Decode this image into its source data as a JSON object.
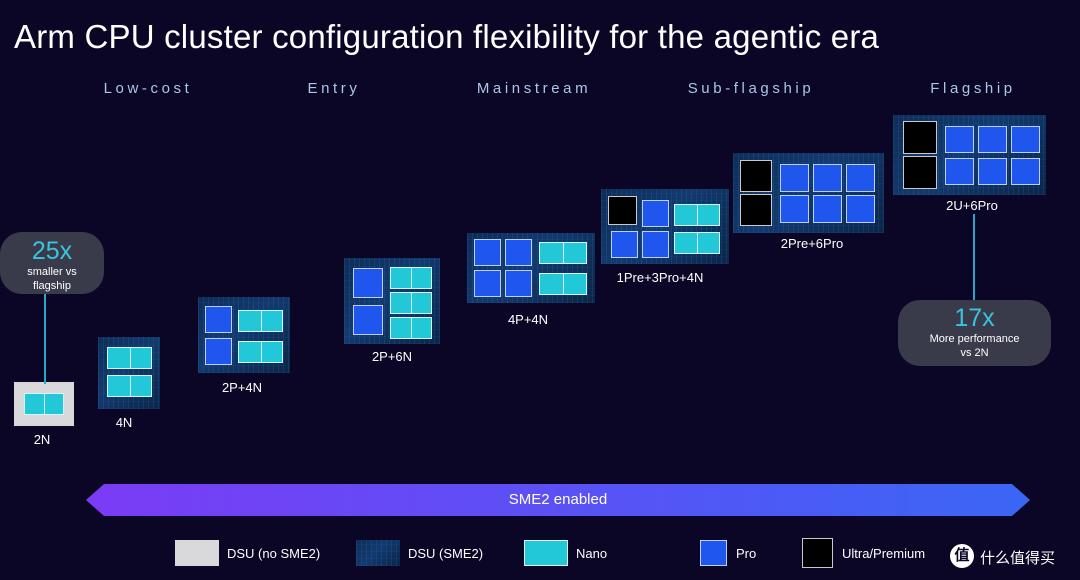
{
  "title": "Arm CPU cluster configuration flexibility for the agentic era",
  "tiers": [
    "Low-cost",
    "Entry",
    "Mainstream",
    "Sub-flagship",
    "Flagship"
  ],
  "configs": {
    "c2n": "2N",
    "c4n": "4N",
    "c2p4n": "2P+4N",
    "c2p6n": "2P+6N",
    "c4p4n": "4P+4N",
    "c1pre3pro4n": "1Pre+3Pro+4N",
    "c2pre6pro": "2Pre+6Pro",
    "c2u6pro": "2U+6Pro"
  },
  "callout_left": {
    "value": "25x",
    "text": "smaller vs flagship"
  },
  "callout_right": {
    "value": "17x",
    "text": "More performance vs 2N"
  },
  "sme2_bar": {
    "label": "SME2 enabled"
  },
  "legend": {
    "dsu_no_sme2": "DSU (no SME2)",
    "dsu_sme2": "DSU (SME2)",
    "nano": "Nano",
    "pro": "Pro",
    "ultra": "Ultra/Premium"
  },
  "colors": {
    "nano": "#22c7d8",
    "pro": "#1f56ee",
    "ultra": "#000000",
    "dsu_plain": "#d9d9dc",
    "accent": "#39c4e0",
    "bar_start": "#7b3cf5",
    "bar_end": "#3a66f5"
  },
  "watermark": {
    "icon_glyph": "值",
    "text": "什么值得买"
  }
}
